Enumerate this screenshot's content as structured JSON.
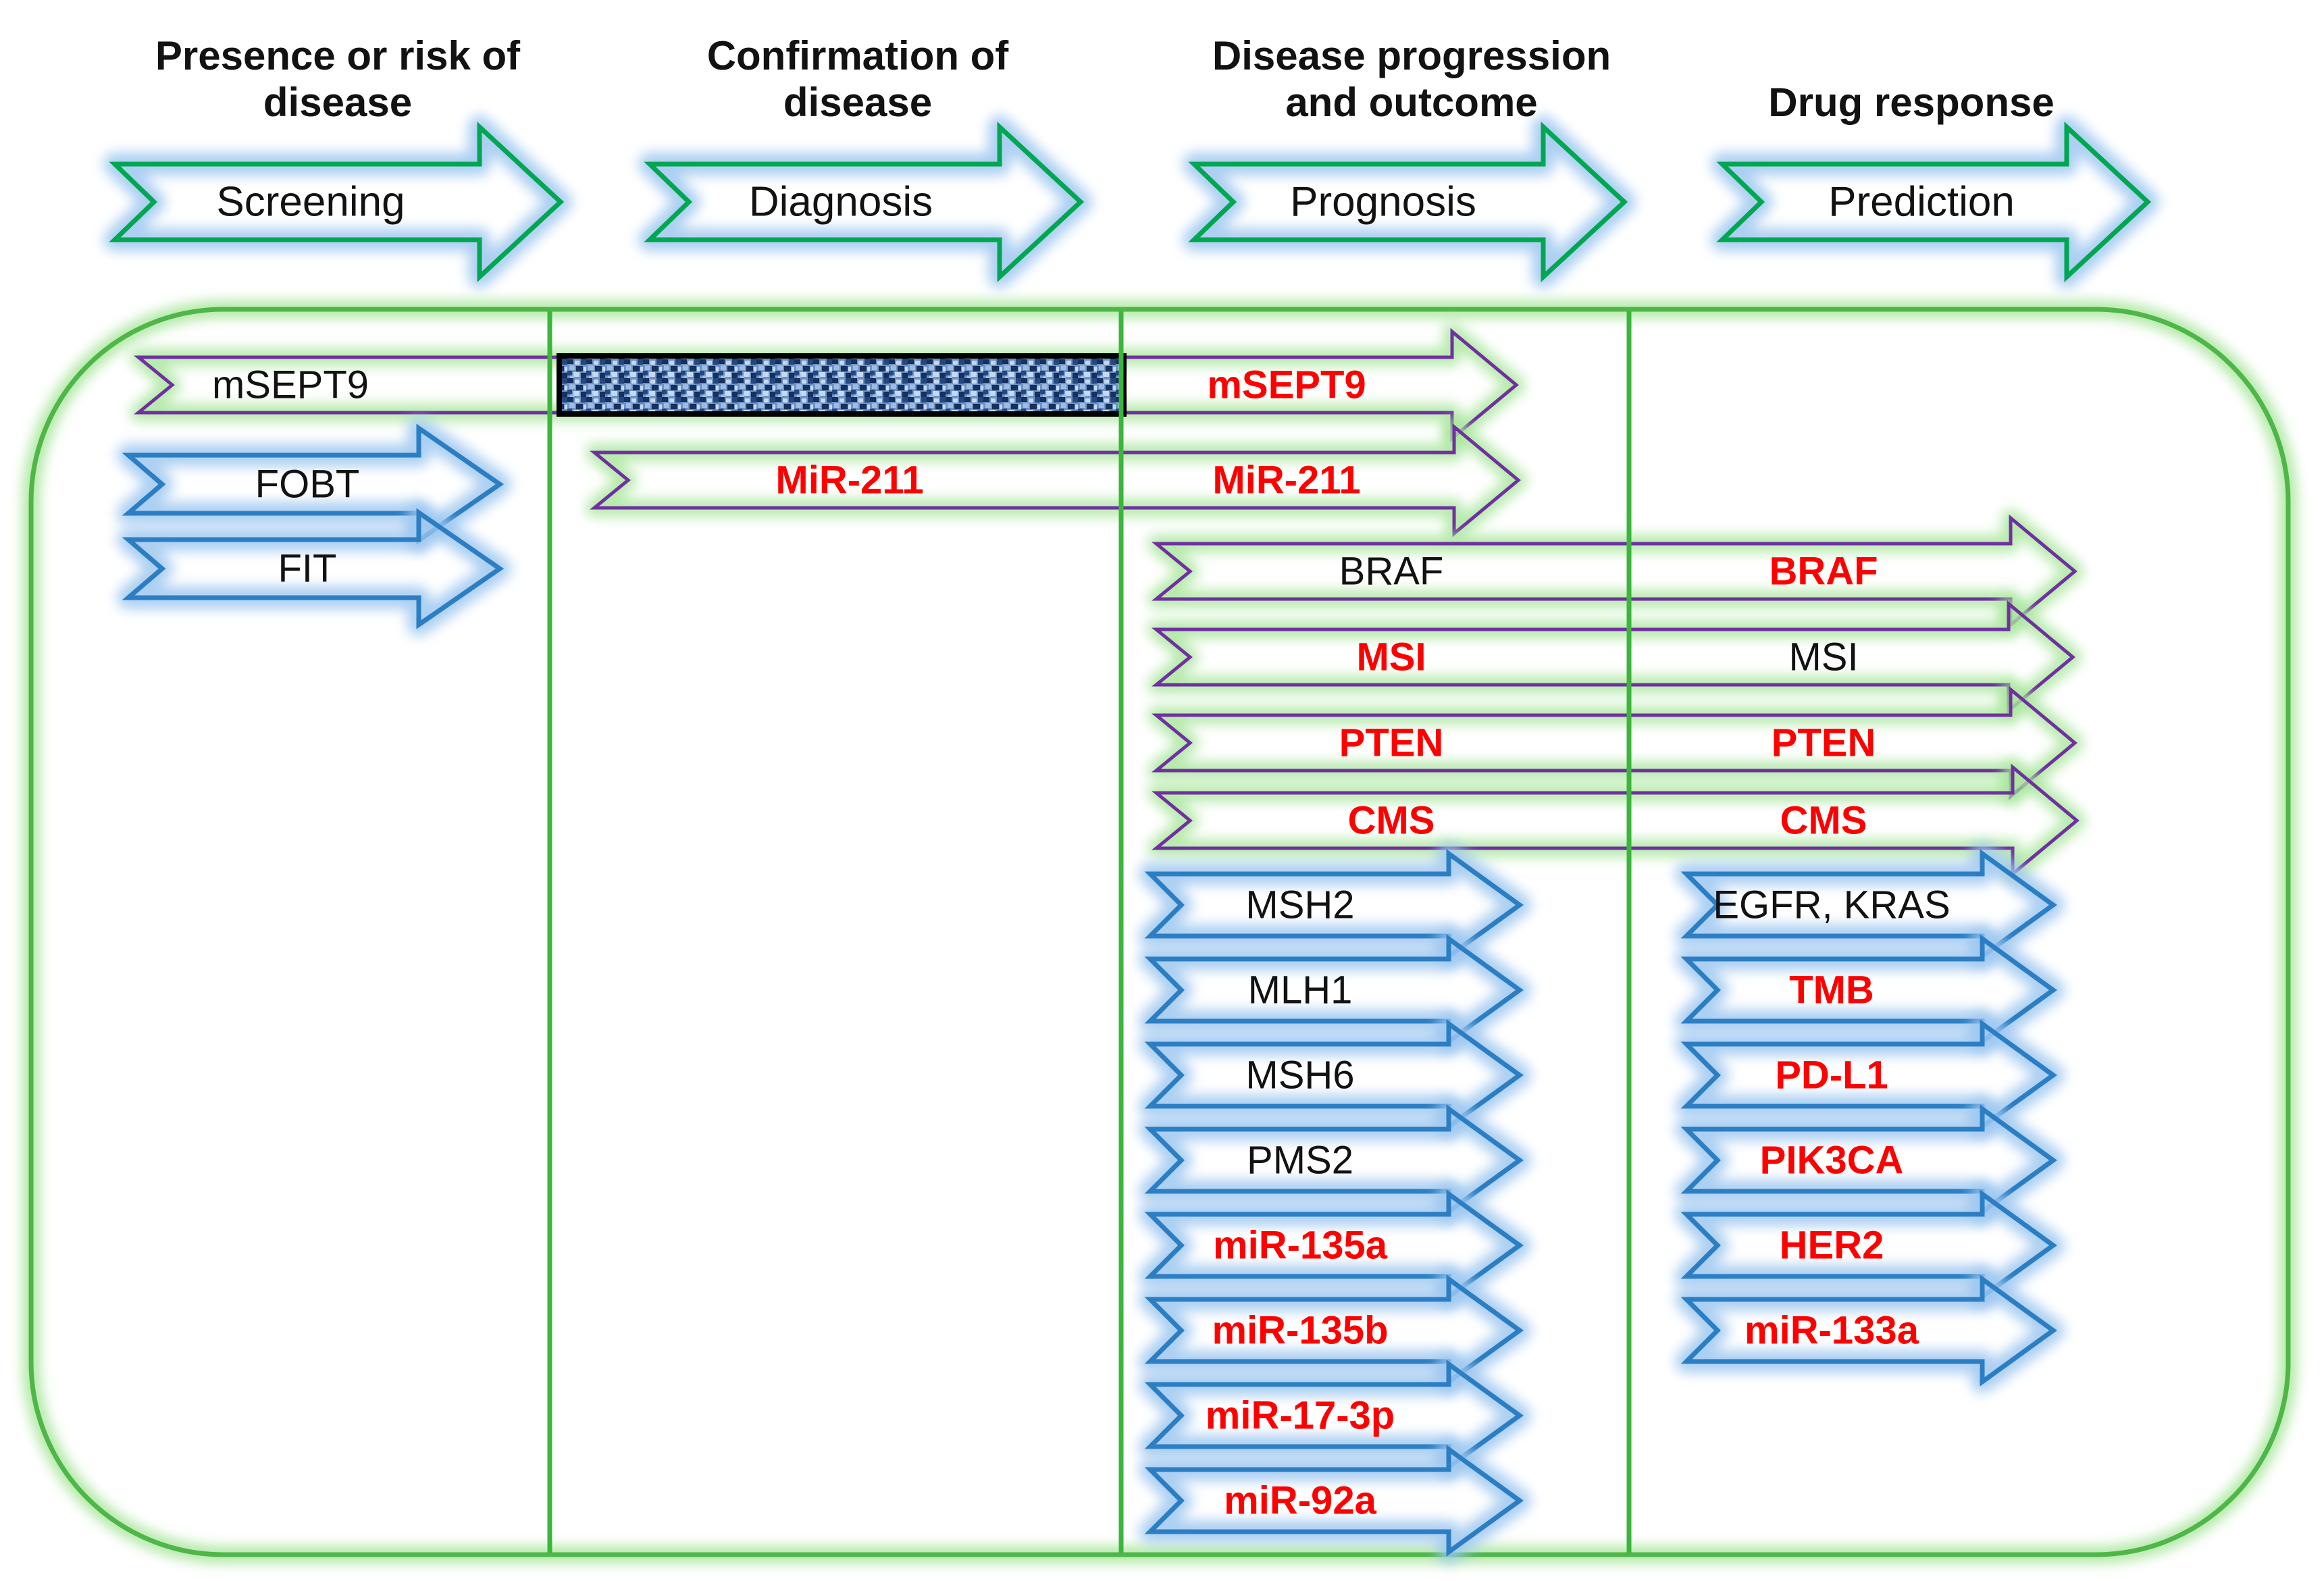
{
  "figure": {
    "description": "Colorectal cancer biomarker timeline figure with four clinical stage columns"
  },
  "palette": {
    "background": "#FFFFFF",
    "frame_green": "#4FB648",
    "divider_green": "#3CB53C",
    "green_glow": "#A9E69C",
    "stage_arrow_green": "#00A651",
    "blue_arrow_outline": "#2B7EC3",
    "blue_glow": "#9EC7F0",
    "purple_arrow_outline": "#7030A0",
    "label_black": "#121212",
    "label_red": "#FF0000",
    "hatch_border": "#000000",
    "hatch_base": "#6C93C6",
    "hatch_dark1": "#16305F",
    "hatch_dark2": "#24477F",
    "hatch_light1": "#C7D9EE",
    "hatch_light2": "#9FBCE0"
  },
  "headers": [
    {
      "title": "Presence or risk of\ndisease",
      "stage_label": "Screening"
    },
    {
      "title": "Confirmation of\ndisease",
      "stage_label": "Diagnosis"
    },
    {
      "title": "Disease progression\nand outcome",
      "stage_label": "Prognosis"
    },
    {
      "title": "Drug response",
      "stage_label": "Prediction"
    }
  ],
  "long_arrows": [
    {
      "id": "mSEPT9",
      "spans": "screening-to-prognosis",
      "has_hatch_box": true,
      "labels": [
        {
          "text": "mSEPT9",
          "color": "black"
        },
        {
          "text": "mSEPT9",
          "color": "red"
        }
      ]
    },
    {
      "id": "MiR-211",
      "spans": "diagnosis-to-prognosis",
      "has_hatch_box": false,
      "labels": [
        {
          "text": "MiR-211",
          "color": "red"
        },
        {
          "text": "MiR-211",
          "color": "red"
        }
      ]
    },
    {
      "id": "BRAF",
      "spans": "prognosis-to-prediction",
      "has_hatch_box": false,
      "labels": [
        {
          "text": "BRAF",
          "color": "black"
        },
        {
          "text": "BRAF",
          "color": "red"
        }
      ]
    },
    {
      "id": "MSI",
      "spans": "prognosis-to-prediction",
      "has_hatch_box": false,
      "labels": [
        {
          "text": "MSI",
          "color": "red"
        },
        {
          "text": "MSI",
          "color": "black"
        }
      ]
    },
    {
      "id": "PTEN",
      "spans": "prognosis-to-prediction",
      "has_hatch_box": false,
      "labels": [
        {
          "text": "PTEN",
          "color": "red"
        },
        {
          "text": "PTEN",
          "color": "red"
        }
      ]
    },
    {
      "id": "CMS",
      "spans": "prognosis-to-prediction",
      "has_hatch_box": false,
      "labels": [
        {
          "text": "CMS",
          "color": "red"
        },
        {
          "text": "CMS",
          "color": "red"
        }
      ]
    }
  ],
  "screening_arrows": [
    {
      "text": "FOBT",
      "color": "black"
    },
    {
      "text": "FIT",
      "color": "black"
    }
  ],
  "prognosis_arrows": [
    {
      "text": "MSH2",
      "color": "black"
    },
    {
      "text": "MLH1",
      "color": "black"
    },
    {
      "text": "MSH6",
      "color": "black"
    },
    {
      "text": "PMS2",
      "color": "black"
    },
    {
      "text": "miR-135a",
      "color": "red"
    },
    {
      "text": "miR-135b",
      "color": "red"
    },
    {
      "text": "miR-17-3p",
      "color": "red"
    },
    {
      "text": "miR-92a",
      "color": "red"
    }
  ],
  "prediction_arrows": [
    {
      "text": "EGFR, KRAS",
      "color": "black"
    },
    {
      "text": "TMB",
      "color": "red"
    },
    {
      "text": "PD-L1",
      "color": "red"
    },
    {
      "text": "PIK3CA",
      "color": "red"
    },
    {
      "text": "HER2",
      "color": "red"
    },
    {
      "text": "miR-133a",
      "color": "red"
    }
  ]
}
